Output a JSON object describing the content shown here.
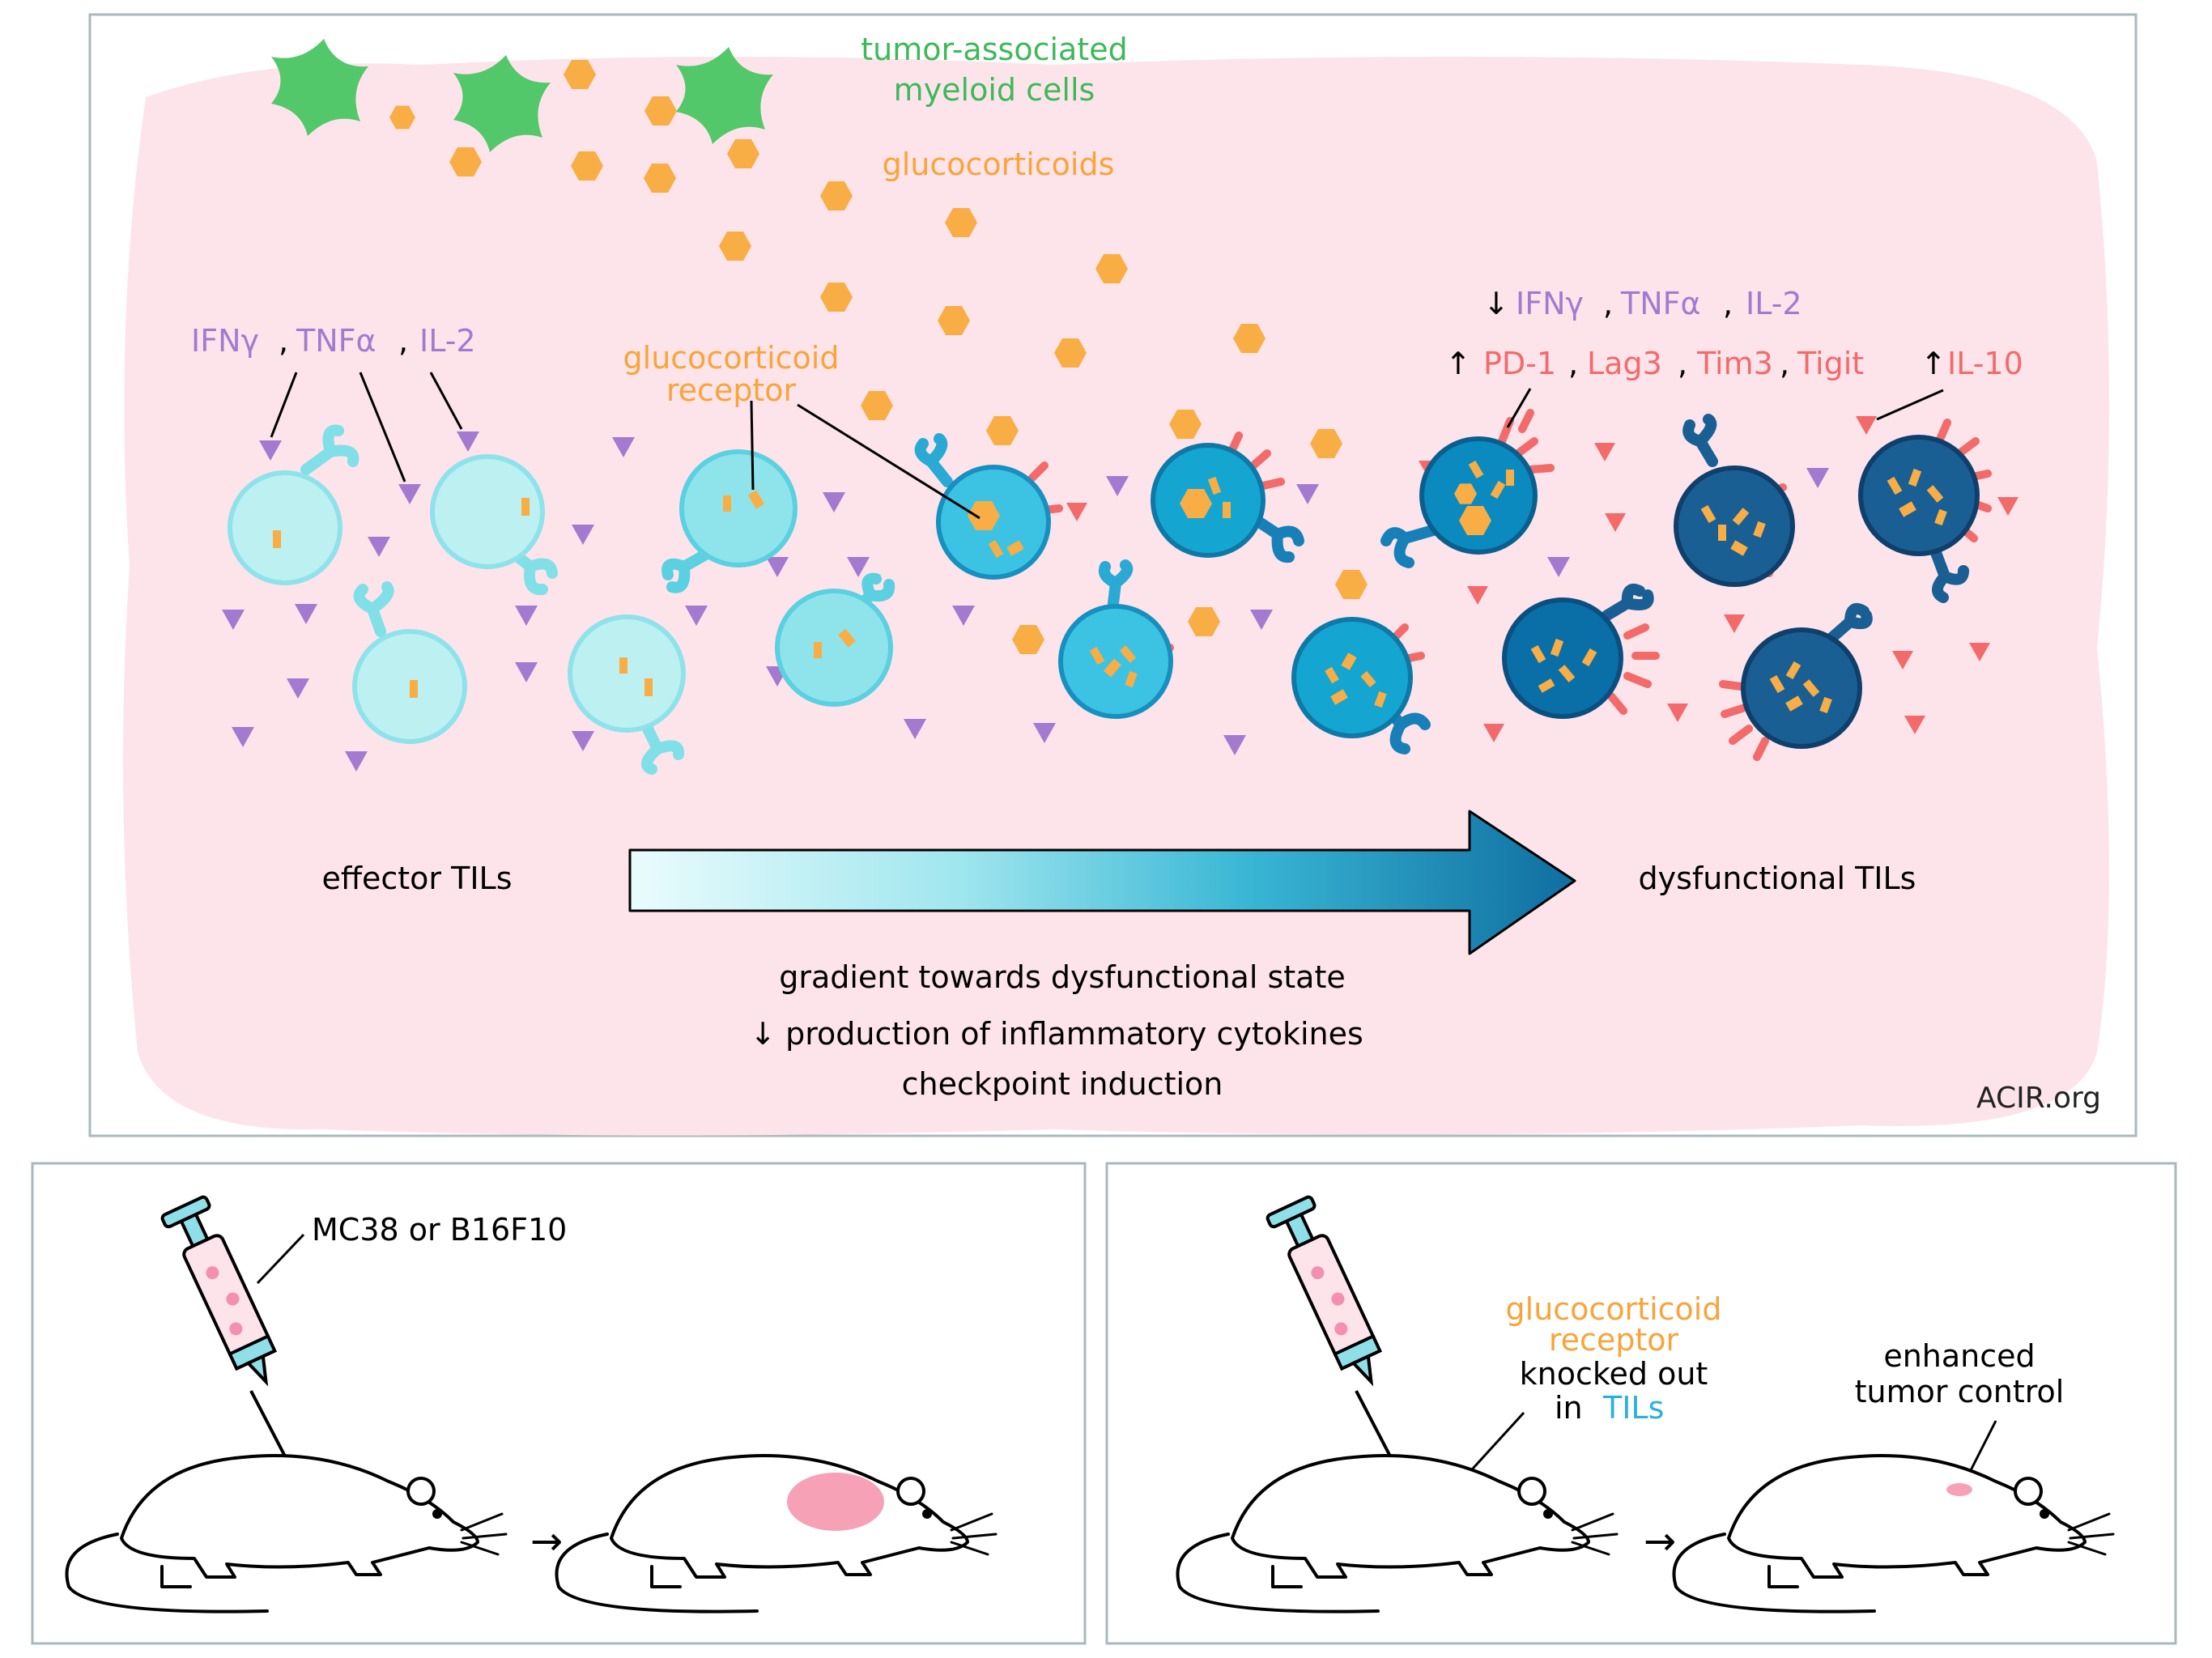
{
  "colors": {
    "pink_bg": "#fde4ea",
    "myeloid_green": "#52c86a",
    "glucocorticoid_orange": "#f9ad45",
    "cytokine_purple": "#a37ad0",
    "checkpoint_red": "#f26a6a",
    "til_light": "#bdf0f0",
    "til_dark": "#1e5c93",
    "til_label_blue": "#2ab0e0",
    "panel_border": "#a9b8bd"
  },
  "top_panel": {
    "myeloid_label_line1": "tumor-associated",
    "myeloid_label_line2": "myeloid cells",
    "glucocorticoids_label": "glucocorticoids",
    "left_cytokines": {
      "ifng": "IFNγ",
      "sep1": ",",
      "tnfa": "TNFα",
      "sep2": ",",
      "il2": "IL-2"
    },
    "receptor_label_line1": "glucocorticoid",
    "receptor_label_line2": "receptor",
    "right_down_arrow": "↓",
    "right_cytokines": {
      "ifng": "IFNγ",
      "sep1": ",",
      "tnfa": "TNFα",
      "sep2": ",",
      "il2": "IL-2"
    },
    "right_up_arrow": "↑",
    "checkpoints": {
      "pd1": "PD-1",
      "sep1": ",",
      "lag3": "Lag3",
      "sep2": ",",
      "tim3": "Tim3",
      "sep3": ",",
      "tigit": "Tigit"
    },
    "il10_arrow": "↑",
    "il10": "IL-10",
    "effector_label": "effector TILs",
    "dysfunctional_label": "dysfunctional TILs",
    "caption_line1": "gradient towards dysfunctional state",
    "caption_line2": "↓ production of inflammatory cytokines",
    "caption_line3": "checkpoint induction",
    "credit": "ACIR.org"
  },
  "bottom_left_panel": {
    "injection_label": "MC38 or B16F10",
    "arrow": "→"
  },
  "bottom_right_panel": {
    "gr_label_line1": "glucocorticoid",
    "gr_label_line2": "receptor",
    "ko_label_line1": "knocked out",
    "ko_label_line2_prefix": "in",
    "ko_label_line2_tils": "TILs",
    "outcome_line1": "enhanced",
    "outcome_line2": "tumor control",
    "arrow": "→"
  }
}
